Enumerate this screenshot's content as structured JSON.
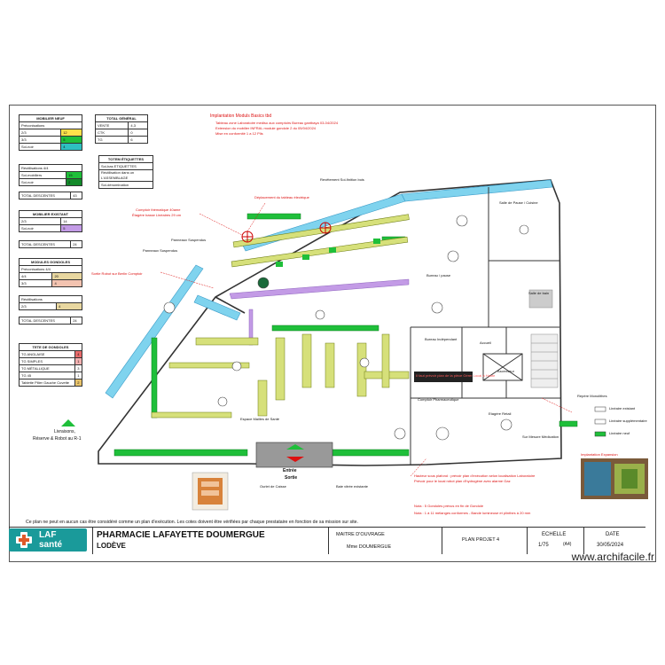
{
  "notes_top": {
    "title": "Implantation Moduls Basics tbd",
    "lines": [
      "Tableau zone Laboratoire mediso aux comptoirs Bureau gantbaya 03-04/2024",
      "Extension du mobilier INFRAL module gondole 2 du 05/04/2024",
      "Mise en conformité 1 a 12 Plis"
    ]
  },
  "legend": {
    "mobilier_neuf": {
      "title": "MOBILIER NEUF",
      "header": "Préconisations",
      "rows": [
        [
          "2/3",
          "12"
        ],
        [
          "3/3",
          "5"
        ],
        [
          "Soi-noir",
          "4"
        ]
      ],
      "sub_header": "Réutilisations 4/4",
      "sub_rows": [
        [
          "Soi-mobiliers",
          "15"
        ],
        [
          "Soi-noir",
          "2"
        ]
      ],
      "total_label": "TOTAL DESCENTES",
      "total_value": "43"
    },
    "total_general": {
      "title": "TOTAL GÉNÉRAL",
      "rows": [
        [
          "VENTE",
          "4,3"
        ],
        [
          "CTK",
          "0"
        ],
        [
          "TG",
          "6"
        ]
      ]
    },
    "totem": {
      "title": "TOTEM ÉTIQUETTES",
      "lines": [
        "Soi-bas ETIQUETTES",
        "Réutilisation dans un L'ASSEMBLAGE",
        "Soi-dénomination"
      ]
    },
    "mobilier_existant": {
      "title": "MOBILIER EXISTANT",
      "rows": [
        [
          "2/3",
          "14"
        ],
        [
          "Soi-noir",
          "5"
        ]
      ],
      "total_label": "TOTAL DESCENTES",
      "total_value": "24"
    },
    "modules_gondoles": {
      "title": "MODULES GONDOLES",
      "header": "Préconisations 4/4",
      "rows": [
        [
          "4/4",
          "20"
        ],
        [
          "3/3",
          "4"
        ]
      ],
      "sub_header": "Réutilisations",
      "sub_rows": [
        [
          "2/3",
          "4"
        ]
      ],
      "total_label": "TOTAL DESCENTES",
      "total_value": "24"
    },
    "tete_gondole": {
      "title": "TETE DE GONDOLES",
      "rows": [
        [
          "TG ANGLAISE",
          "4"
        ],
        [
          "TG SIMPLES",
          "1"
        ],
        [
          "TG MÉTALLIQUE",
          "3"
        ],
        [
          "TG 45",
          "1"
        ],
        [
          "Tablette Pilier Gauche Cuvette",
          "2"
        ]
      ]
    }
  },
  "plan_labels": {
    "revetement": "Revêtement Soi-finition bois",
    "deplacement": "Déplacement du tableau électrique",
    "comptoir": "Comptoir thématique 40ame",
    "comptoir_sub": "Étagère basse Linéaires 29 cm",
    "panneaux": "Panneaux Suspendus",
    "panneau_deux": "Panneaux Suspendus",
    "robot": "Sortie Robot sur Berlin Comptoir",
    "bureau": "Bureau / pause",
    "salle_pause": "Salle de Pause / Cuisine",
    "salle_eau": "Salle de bain",
    "doux": "Bureau Indépendant",
    "accueil": "Accueil",
    "ascenseur": "Ascenseur",
    "comptoir_retail": "Comptoir Pharmaceutique",
    "rayonnage": "Etagère Retail",
    "autres": "Sur Mesure Médication",
    "note_box": "Il faut prévoir plan de la pièce Gérer Local à Haute",
    "entree": "Entrée",
    "sortie": "Sortie",
    "parapharmacie": "Ourlet de Caisse",
    "gondoles": "Espace Mailles de Santé",
    "livraisons": "Livraisons,",
    "reserve": "Réserve & Robot au R-1",
    "baie": "Baie vitrée existante",
    "legend_right_1": "Linéaire existant",
    "legend_right_2": "Linéaire supplémentaire",
    "legend_right_3": "Linéaire neuf",
    "photo_label": "Implantation Expansion",
    "repere": "Repère Monolithes"
  },
  "notes_bottom": {
    "red_1": "Hauteur sous plafond : prévoir plan d'exécution selon localisation Laboratoire",
    "red_2": "Prévoir pour le local robot plan d'hydrogène avec alarme Gaz",
    "red_3": "Nota : 5 Gondoles prévus en fin de Gondole",
    "red_4": "Nota : 1 à 11 mélanges conformes - Bande lumineuse et plinthes à 20 mm",
    "disclaimer": "Ce plan ne peut en aucun cas être considéré comme un plan d'exécution. Les cotes doivent être vérifiées par chaque prestataire en fonction de sa mission sur site."
  },
  "title_block": {
    "logo_line1": "LAF",
    "logo_line2": "santé",
    "pharmacy_name": "PHARMACIE LAFAYETTE DOUMERGUE",
    "city": "LODÈVE",
    "maitre_label": "MAITRE D'OUVRAGE",
    "maitre_value": "Mme DOUMERGUE",
    "plan_label": "PLAN PROJET 4",
    "echelle_label": "ECHELLE",
    "echelle_value": "1/75",
    "format_value": "(A4)",
    "date_label": "DATE",
    "date_value": "30/05/2024"
  },
  "watermark": "www.archifacile.fr",
  "colors": {
    "green_modules": "#1fbf3a",
    "cyan_window": "#7fd3ee",
    "purple_gondola": "#c39be6",
    "logo_teal": "#1a9a9a",
    "note_red": "#d11111"
  }
}
